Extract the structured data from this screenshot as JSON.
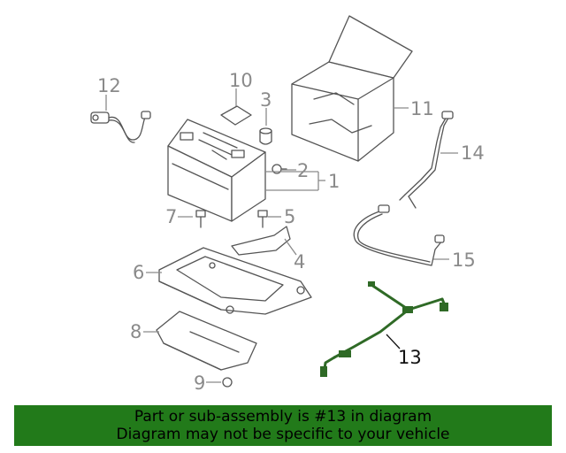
{
  "callouts": {
    "c1": "1",
    "c2": "2",
    "c3": "3",
    "c4": "4",
    "c5": "5",
    "c6": "6",
    "c7": "7",
    "c8": "8",
    "c9": "9",
    "c10": "10",
    "c11": "11",
    "c12": "12",
    "c13": "13",
    "c14": "14",
    "c15": "15"
  },
  "highlight_part": "13",
  "colors": {
    "highlight": "#2f6a26",
    "banner": "#227a1a",
    "callout": "#8a8a8a"
  },
  "footer": {
    "line1": "Part or sub-assembly is #13 in diagram",
    "line2": "Diagram may not be specific to your vehicle"
  }
}
